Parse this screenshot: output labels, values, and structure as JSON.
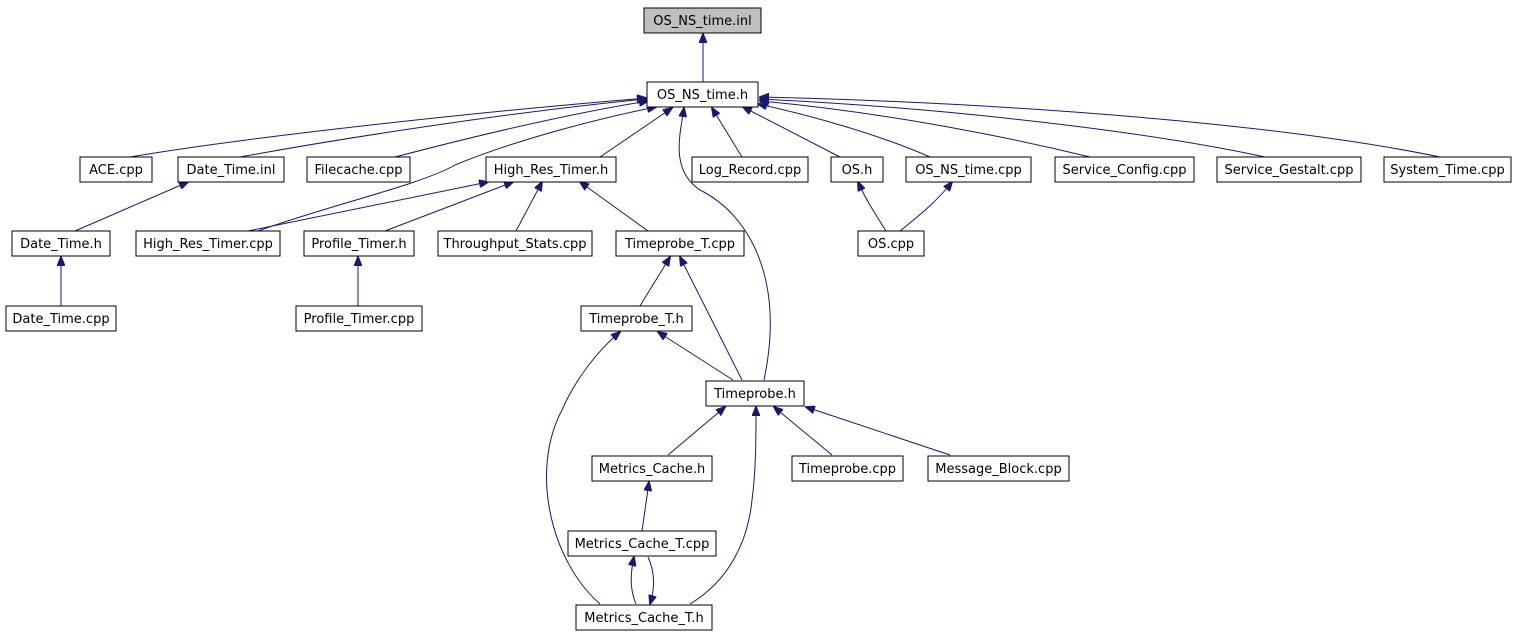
{
  "nodes": {
    "os_ns_time_inl": "OS_NS_time.inl",
    "os_ns_time_h": "OS_NS_time.h",
    "ace_cpp": "ACE.cpp",
    "date_time_inl": "Date_Time.inl",
    "filecache_cpp": "Filecache.cpp",
    "high_res_timer_h": "High_Res_Timer.h",
    "log_record_cpp": "Log_Record.cpp",
    "os_h": "OS.h",
    "os_ns_time_cpp": "OS_NS_time.cpp",
    "service_config_cpp": "Service_Config.cpp",
    "service_gestalt_cpp": "Service_Gestalt.cpp",
    "system_time_cpp": "System_Time.cpp",
    "date_time_h": "Date_Time.h",
    "high_res_timer_cpp": "High_Res_Timer.cpp",
    "profile_timer_h": "Profile_Timer.h",
    "throughput_stats_cpp": "Throughput_Stats.cpp",
    "timeprobe_t_cpp": "Timeprobe_T.cpp",
    "os_cpp": "OS.cpp",
    "date_time_cpp": "Date_Time.cpp",
    "profile_timer_cpp": "Profile_Timer.cpp",
    "timeprobe_t_h": "Timeprobe_T.h",
    "timeprobe_h": "Timeprobe.h",
    "metrics_cache_h": "Metrics_Cache.h",
    "timeprobe_cpp": "Timeprobe.cpp",
    "message_block_cpp": "Message_Block.cpp",
    "metrics_cache_t_cpp": "Metrics_Cache_T.cpp",
    "metrics_cache_t_h": "Metrics_Cache_T.h"
  },
  "edges": [
    {
      "from": "os_ns_time_h",
      "to": "os_ns_time_inl"
    },
    {
      "from": "ace_cpp",
      "to": "os_ns_time_h"
    },
    {
      "from": "date_time_inl",
      "to": "os_ns_time_h"
    },
    {
      "from": "filecache_cpp",
      "to": "os_ns_time_h"
    },
    {
      "from": "high_res_timer_h",
      "to": "os_ns_time_h"
    },
    {
      "from": "high_res_timer_cpp",
      "to": "os_ns_time_h"
    },
    {
      "from": "timeprobe_h",
      "to": "os_ns_time_h"
    },
    {
      "from": "log_record_cpp",
      "to": "os_ns_time_h"
    },
    {
      "from": "os_h",
      "to": "os_ns_time_h"
    },
    {
      "from": "os_ns_time_cpp",
      "to": "os_ns_time_h"
    },
    {
      "from": "service_config_cpp",
      "to": "os_ns_time_h"
    },
    {
      "from": "service_gestalt_cpp",
      "to": "os_ns_time_h"
    },
    {
      "from": "system_time_cpp",
      "to": "os_ns_time_h"
    },
    {
      "from": "date_time_h",
      "to": "date_time_inl"
    },
    {
      "from": "date_time_cpp",
      "to": "date_time_h"
    },
    {
      "from": "high_res_timer_cpp",
      "to": "high_res_timer_h"
    },
    {
      "from": "profile_timer_h",
      "to": "high_res_timer_h"
    },
    {
      "from": "throughput_stats_cpp",
      "to": "high_res_timer_h"
    },
    {
      "from": "timeprobe_t_cpp",
      "to": "high_res_timer_h"
    },
    {
      "from": "profile_timer_cpp",
      "to": "profile_timer_h"
    },
    {
      "from": "os_cpp",
      "to": "os_h"
    },
    {
      "from": "os_cpp",
      "to": "os_ns_time_cpp"
    },
    {
      "from": "timeprobe_t_h",
      "to": "timeprobe_t_cpp"
    },
    {
      "from": "timeprobe_h",
      "to": "timeprobe_t_cpp"
    },
    {
      "from": "timeprobe_h",
      "to": "timeprobe_t_h"
    },
    {
      "from": "metrics_cache_t_h",
      "to": "timeprobe_t_h"
    },
    {
      "from": "metrics_cache_h",
      "to": "timeprobe_h"
    },
    {
      "from": "timeprobe_cpp",
      "to": "timeprobe_h"
    },
    {
      "from": "message_block_cpp",
      "to": "timeprobe_h"
    },
    {
      "from": "metrics_cache_t_h",
      "to": "timeprobe_h"
    },
    {
      "from": "metrics_cache_t_cpp",
      "to": "metrics_cache_h"
    },
    {
      "from": "metrics_cache_t_h",
      "to": "metrics_cache_t_cpp"
    },
    {
      "from": "metrics_cache_t_cpp",
      "to": "metrics_cache_t_h"
    }
  ],
  "colors": {
    "edge": "#191970",
    "node_border": "#000000",
    "node_fill": "#ffffff",
    "root_fill": "#bfbfbf"
  }
}
